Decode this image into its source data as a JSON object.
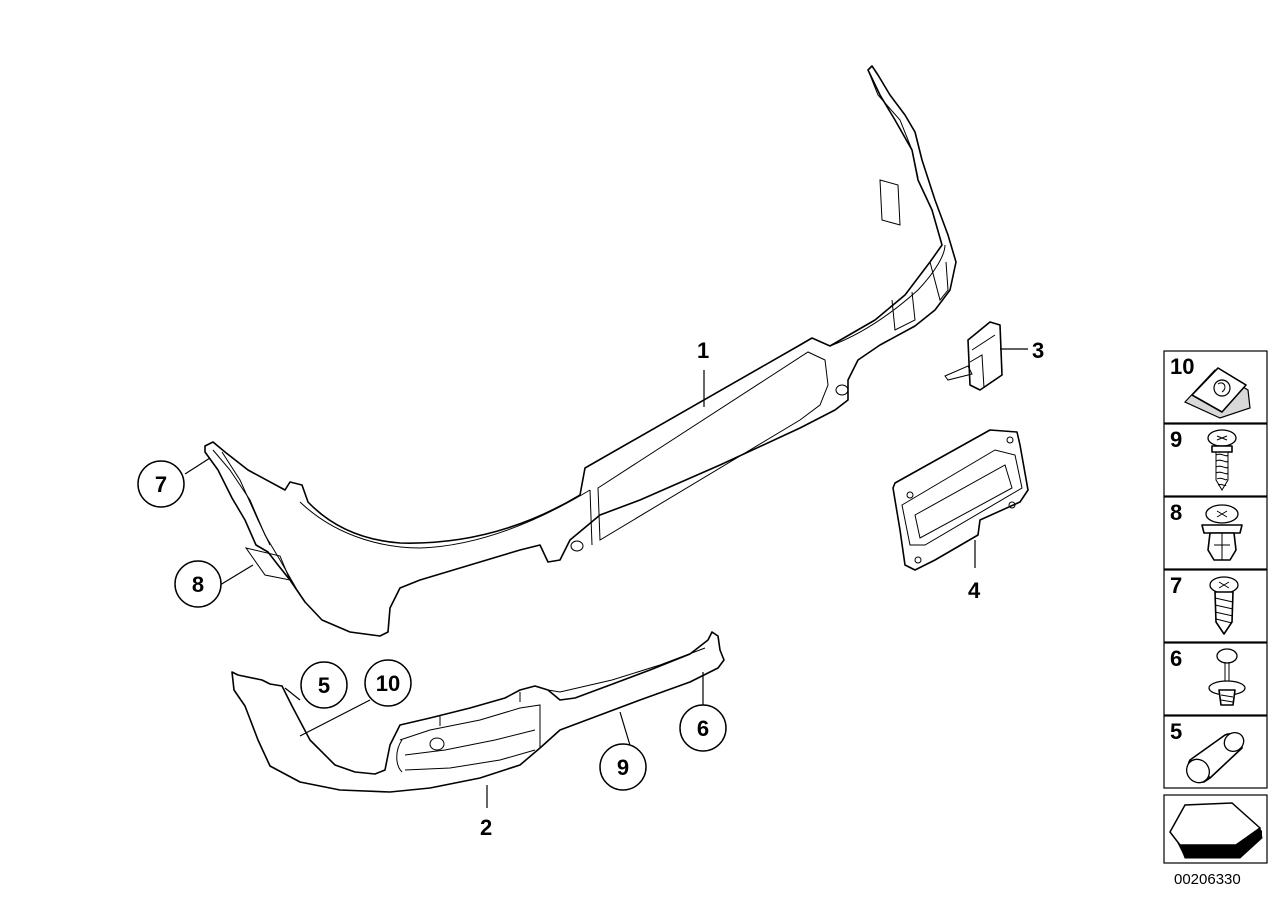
{
  "diagram_code": "00206330",
  "callouts": {
    "c1": "1",
    "c2": "2",
    "c3": "3",
    "c4": "4",
    "c5": "5",
    "c6": "6",
    "c7": "7",
    "c8": "8",
    "c9": "9",
    "c10": "10"
  },
  "side_panel": {
    "items": [
      {
        "number": "10",
        "icon": "clip-nut-icon"
      },
      {
        "number": "9",
        "icon": "screw-with-washer-icon"
      },
      {
        "number": "8",
        "icon": "expanding-rivet-icon"
      },
      {
        "number": "7",
        "icon": "tapping-screw-icon"
      },
      {
        "number": "6",
        "icon": "spreading-rivet-icon"
      },
      {
        "number": "5",
        "icon": "spacer-sleeve-icon"
      }
    ],
    "footer_icon": "direction-arrow-icon"
  }
}
